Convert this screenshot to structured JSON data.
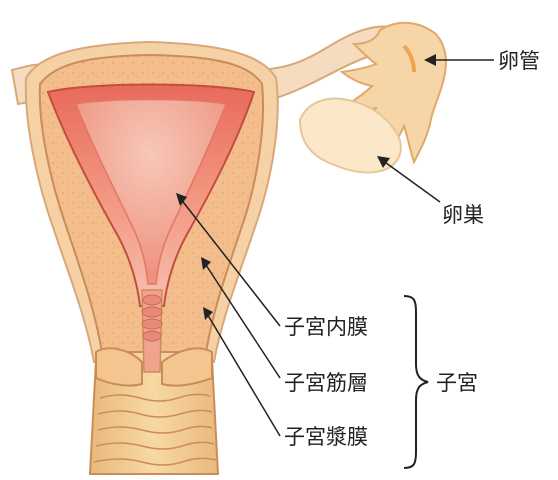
{
  "labels": {
    "fallopian_tube": "卵管",
    "ovary": "卵巣",
    "endometrium": "子宮内膜",
    "myometrium": "子宮筋層",
    "serosa": "子宮漿膜",
    "uterus": "子宮"
  },
  "colors": {
    "tissue_outer": "#f5c58f",
    "tissue_outline": "#d9a878",
    "wall_line": "#c98d5a",
    "cavity_deep": "#e25a4e",
    "cavity_light": "#f6b4a2",
    "ovary": "#fbe8c8",
    "vagina": "#f2c98a",
    "leader_line": "#222222"
  }
}
